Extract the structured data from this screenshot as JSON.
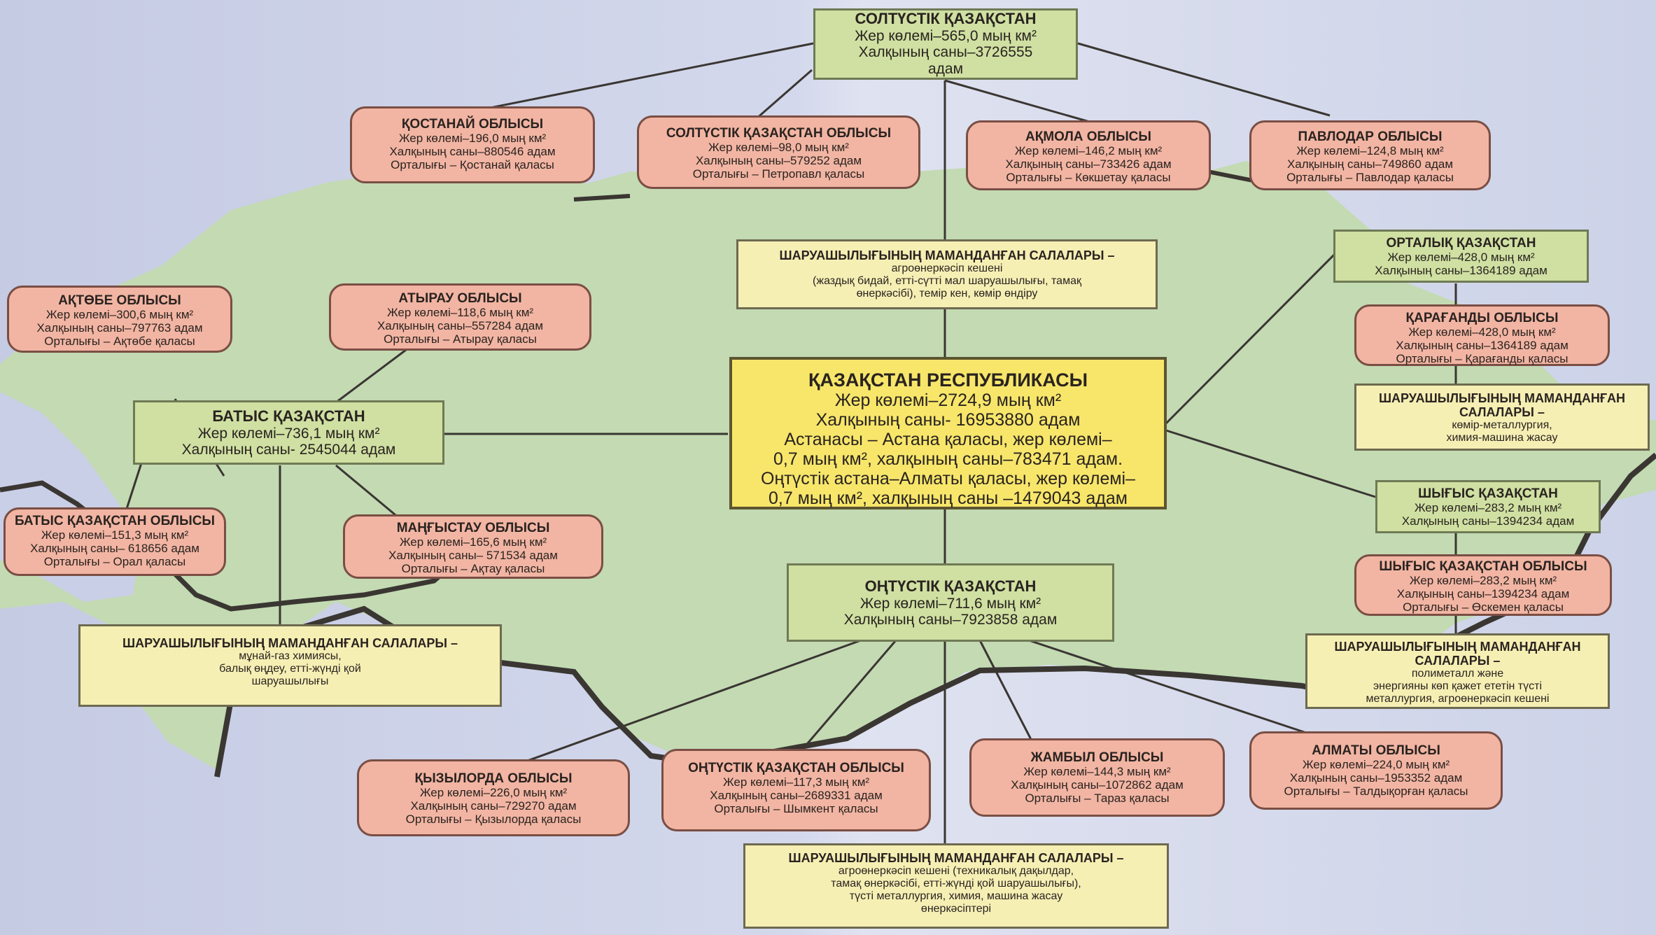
{
  "center": {
    "title": "ҚАЗАҚСТАН РЕСПУБЛИКАСЫ",
    "lines": [
      "Жер көлемі–2724,9 мың км²",
      "Халқының саны- 16953880 адам",
      "Астанасы – Астана қаласы, жер көлемі–",
      "0,7 мың км², халқының саны–783471 адам.",
      "Оңтүстік астана–Алматы қаласы, жер көлемі–",
      "0,7 мың км², халқының саны –1479043 адам"
    ]
  },
  "regions": {
    "north": {
      "title": "СОЛТҮСТІК ҚАЗАҚСТАН",
      "lines": [
        "Жер көлемі–565,0 мың км²",
        "Халқының саны–3726555",
        "адам"
      ]
    },
    "west": {
      "title": "БАТЫС ҚАЗАҚСТАН",
      "lines": [
        "Жер көлемі–736,1 мың км²",
        "Халқының саны- 2545044 адам"
      ]
    },
    "central": {
      "title": "ОРТАЛЫҚ ҚАЗАҚСТАН",
      "lines": [
        "Жер көлемі–428,0 мың км²",
        "Халқының саны–1364189 адам"
      ]
    },
    "east": {
      "title": "ШЫҒЫС ҚАЗАҚСТАН",
      "lines": [
        "Жер көлемі–283,2 мың км²",
        "Халқының саны–1394234 адам"
      ]
    },
    "south": {
      "title": "ОҢТҮСТІК ҚАЗАҚСТАН",
      "lines": [
        "Жер көлемі–711,6 мың км²",
        "Халқының саны–7923858 адам"
      ]
    }
  },
  "oblasts": {
    "kostanay": {
      "title": "ҚОСТАНАЙ ОБЛЫСЫ",
      "lines": [
        "Жер көлемі–196,0 мың км²",
        "Халқының саны–880546 адам",
        "Орталығы – Қостанай қаласы"
      ]
    },
    "sko": {
      "title": "СОЛТҮСТІК ҚАЗАҚСТАН ОБЛЫСЫ",
      "lines": [
        "Жер көлемі–98,0 мың км²",
        "Халқының саны–579252 адам",
        "Орталығы – Петропавл қаласы"
      ]
    },
    "akmola": {
      "title": "АҚМОЛА ОБЛЫСЫ",
      "lines": [
        "Жер көлемі–146,2 мың км²",
        "Халқының саны–733426 адам",
        "Орталығы – Көкшетау қаласы"
      ]
    },
    "pavlodar": {
      "title": "ПАВЛОДАР ОБЛЫСЫ",
      "lines": [
        "Жер көлемі–124,8 мың км²",
        "Халқының саны–749860 адам",
        "Орталығы – Павлодар қаласы"
      ]
    },
    "aktobe": {
      "title": "АҚТӨБЕ ОБЛЫСЫ",
      "lines": [
        "Жер көлемі–300,6 мың км²",
        "Халқының саны–797763 адам",
        "Орталығы – Ақтөбе қаласы"
      ]
    },
    "atyrau": {
      "title": "АТЫРАУ ОБЛЫСЫ",
      "lines": [
        "Жер көлемі–118,6 мың км²",
        "Халқының саны–557284 адам",
        "Орталығы – Атырау қаласы"
      ]
    },
    "karaganda": {
      "title": "ҚАРАҒАНДЫ ОБЛЫСЫ",
      "lines": [
        "Жер көлемі–428,0 мың км²",
        "Халқының саны–1364189 адам",
        "Орталығы – Қарағанды қаласы"
      ]
    },
    "zko": {
      "title": "БАТЫС ҚАЗАҚСТАН ОБЛЫСЫ",
      "lines": [
        "Жер көлемі–151,3 мың км²",
        "Халқының саны– 618656 адам",
        "Орталығы – Орал қаласы"
      ]
    },
    "mangystau": {
      "title": "МАҢҒЫСТАУ ОБЛЫСЫ",
      "lines": [
        "Жер көлемі–165,6 мың км²",
        "Халқының саны– 571534 адам",
        "Орталығы – Ақтау қаласы"
      ]
    },
    "vko": {
      "title": "ШЫҒЫС ҚАЗАҚСТАН ОБЛЫСЫ",
      "lines": [
        "Жер көлемі–283,2 мың км²",
        "Халқының саны–1394234 адам",
        "Орталығы – Өскемен қаласы"
      ]
    },
    "kyzylorda": {
      "title": "ҚЫЗЫЛОРДА ОБЛЫСЫ",
      "lines": [
        "Жер көлемі–226,0 мың км²",
        "Халқының саны–729270 адам",
        "Орталығы – Қызылорда қаласы"
      ]
    },
    "yko": {
      "title": "ОҢТҮСТІК ҚАЗАҚСТАН ОБЛЫСЫ",
      "lines": [
        "Жер көлемі–117,3 мың км²",
        "Халқының саны–2689331 адам",
        "Орталығы – Шымкент қаласы"
      ]
    },
    "zhambyl": {
      "title": "ЖАМБЫЛ ОБЛЫСЫ",
      "lines": [
        "Жер көлемі–144,3 мың км²",
        "Халқының саны–1072862 адам",
        "Орталығы – Тараз қаласы"
      ]
    },
    "almaty": {
      "title": "АЛМАТЫ ОБЛЫСЫ",
      "lines": [
        "Жер көлемі–224,0 мың км²",
        "Халқының саны–1953352 адам",
        "Орталығы – Талдықорған қаласы"
      ]
    }
  },
  "sectors": {
    "north": {
      "title": "ШАРУАШЫЛЫҒЫНЫҢ МАМАНДАНҒАН САЛАЛАРЫ –",
      "lines": [
        "агроөнеркәсіп кешені",
        "(жаздық бидай, етті-сүтті мал шаруашылығы, тамақ",
        "өнеркәсібі), темір кен, көмір өндіру"
      ]
    },
    "central": {
      "title": "ШАРУАШЫЛЫҒЫНЫҢ МАМАНДАНҒАН САЛАЛАРЫ –",
      "lines": [
        "көмір-металлургия,",
        "химия-машина жасау"
      ]
    },
    "west": {
      "title": "ШАРУАШЫЛЫҒЫНЫҢ МАМАНДАНҒАН САЛАЛАРЫ –",
      "lines": [
        "мұнай-газ химиясы,",
        "балық өңдеу, етті-жүнді қой",
        "шаруашылығы"
      ]
    },
    "east": {
      "title": "ШАРУАШЫЛЫҒЫНЫҢ МАМАНДАНҒАН САЛАЛАРЫ –",
      "lines": [
        "полиметалл және",
        "энергияны көп қажет ететін түсті",
        "металлургия, агроөнеркәсіп кешені"
      ]
    },
    "south": {
      "title": "ШАРУАШЫЛЫҒЫНЫҢ МАМАНДАНҒАН САЛАЛАРЫ –",
      "lines": [
        "агроөнеркәсіп кешені (техникалық дақылдар,",
        "тамақ өнеркәсібі, етті-жүнді қой шаруашылығы),",
        "түсті металлургия, химия, машина жасау",
        "өнеркәсіптері"
      ]
    }
  },
  "colors": {
    "map": "#c3dab3",
    "region": "#cfe0a2",
    "oblast": "#f2b5a3",
    "sector": "#f6efb4",
    "center": "#f7e66a",
    "border": "#3a3632"
  }
}
